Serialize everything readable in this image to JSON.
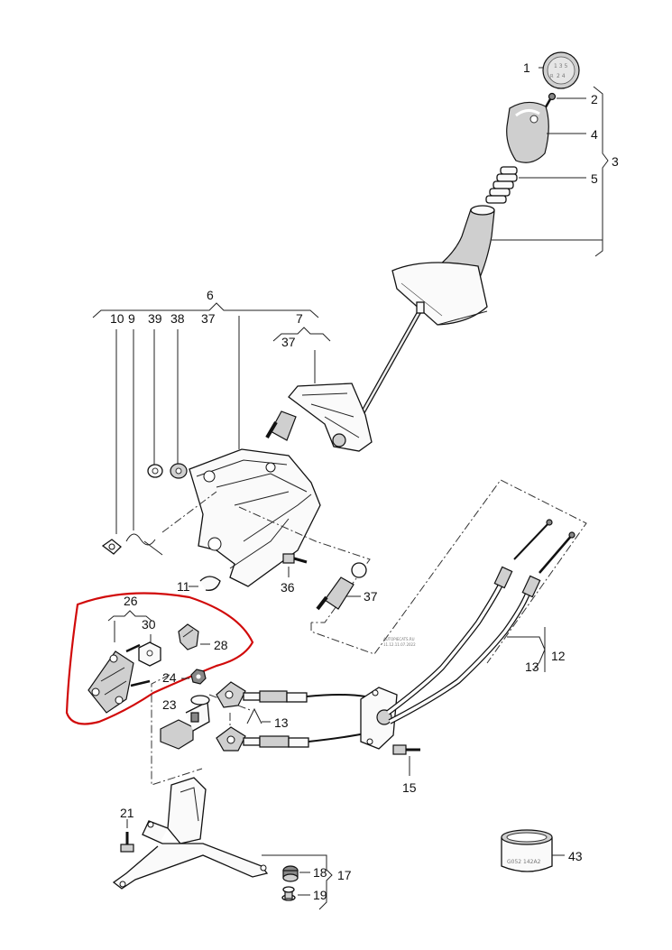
{
  "labels": {
    "p1": "1",
    "p2": "2",
    "p3": "3",
    "p4": "4",
    "p5": "5",
    "p6": "6",
    "p7": "7",
    "p7_37": "37",
    "p10": "10",
    "p9": "9",
    "p39": "39",
    "p38": "38",
    "p6_37": "37",
    "p11": "11",
    "p36": "36",
    "p37": "37",
    "p26": "26",
    "p30": "30",
    "p28": "28",
    "p24": "24",
    "p23": "23",
    "p13a": "13",
    "p12": "12",
    "p13b": "13",
    "p15": "15",
    "p21": "21",
    "p18": "18",
    "p19": "19",
    "p17": "17",
    "p43": "43"
  },
  "knob_text": {
    "top": "1 3 5",
    "bottom": "2 4",
    "r": "R"
  },
  "sleeve_code": "G052 142A2",
  "watermark": {
    "line1": "AUTOPIECATS.RU",
    "line2": "11.12.11.07.2022"
  },
  "colors": {
    "highlight": "#d10a0a",
    "line": "#222222"
  }
}
